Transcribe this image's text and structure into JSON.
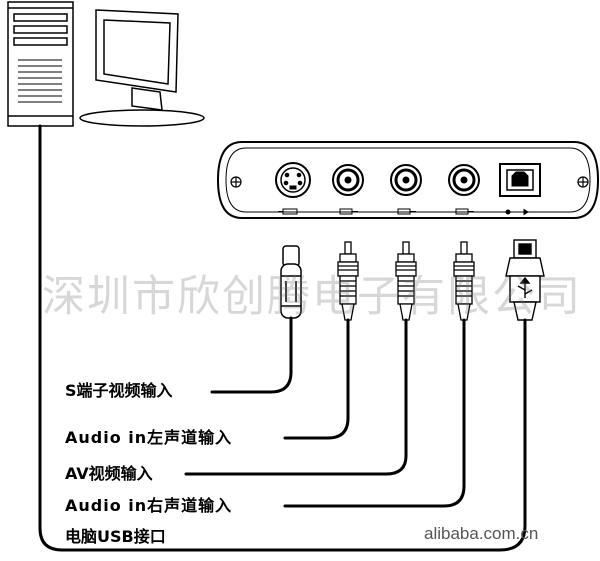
{
  "diagram": {
    "labels": {
      "s_video": "S端子视频输入",
      "audio_left": "Audio in左声道输入",
      "av_video": "AV视频输入",
      "audio_right": "Audio in右声道输入",
      "usb": "电脑USB接口"
    },
    "watermark": "深圳市欣创腾电子有限公司",
    "site": "alibaba.com.cn"
  }
}
